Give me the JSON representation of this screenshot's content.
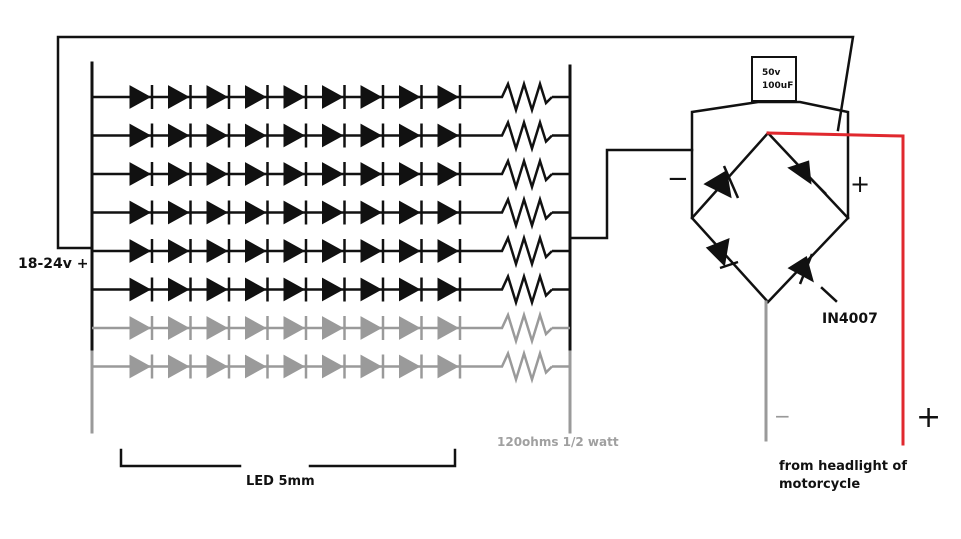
{
  "labels": {
    "supply": "18-24v +",
    "led": "LED 5mm",
    "resistor": "120ohms 1/2 watt",
    "diode": "IN4007",
    "source_line1": "from headlight of",
    "source_line2": "motorcycle",
    "cap_voltage": "50v",
    "cap_value": "100uF",
    "bridge_minus": "−",
    "bridge_plus": "+",
    "input_minus": "−",
    "input_plus": "+"
  },
  "led_array": {
    "rows": 8,
    "leds_per_row": 9,
    "row_styles": [
      "dark",
      "dark",
      "dark",
      "dark",
      "dark",
      "dark",
      "gray",
      "gray"
    ]
  },
  "colors": {
    "wire": "#111111",
    "faded": "#9a9a9a",
    "positive_lead": "#e0282e",
    "background": "#ffffff"
  }
}
